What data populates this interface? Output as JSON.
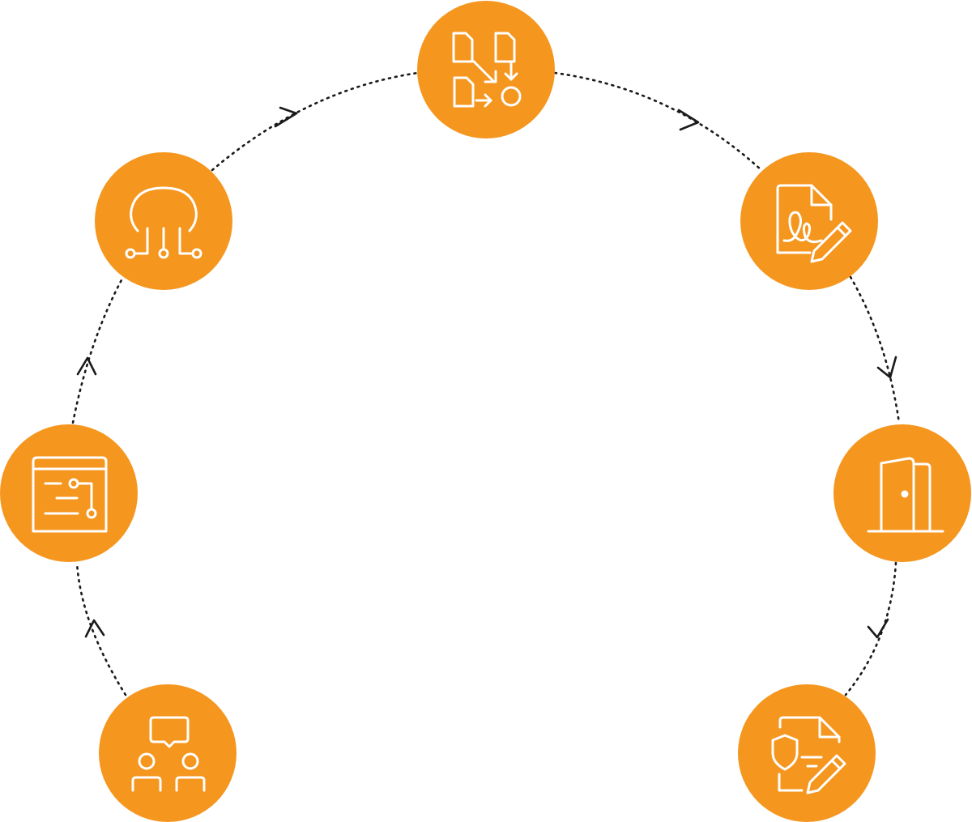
{
  "diagram": {
    "colors": {
      "node_fill": "#F5961F",
      "icon_stroke": "#FFFFFF",
      "connector": "#1A1A1A"
    },
    "nodes": [
      {
        "id": "collaboration",
        "icon": "people-chat-icon"
      },
      {
        "id": "workflow-browser",
        "icon": "browser-workflow-icon"
      },
      {
        "id": "integration",
        "icon": "circuit-connector-icon"
      },
      {
        "id": "document-routing",
        "icon": "document-flow-icon"
      },
      {
        "id": "signature",
        "icon": "document-signature-icon"
      },
      {
        "id": "access",
        "icon": "door-icon"
      },
      {
        "id": "secure-document",
        "icon": "secure-document-edit-icon"
      }
    ],
    "sequence": [
      "collaboration",
      "workflow-browser",
      "integration",
      "document-routing",
      "signature",
      "access",
      "secure-document"
    ]
  }
}
